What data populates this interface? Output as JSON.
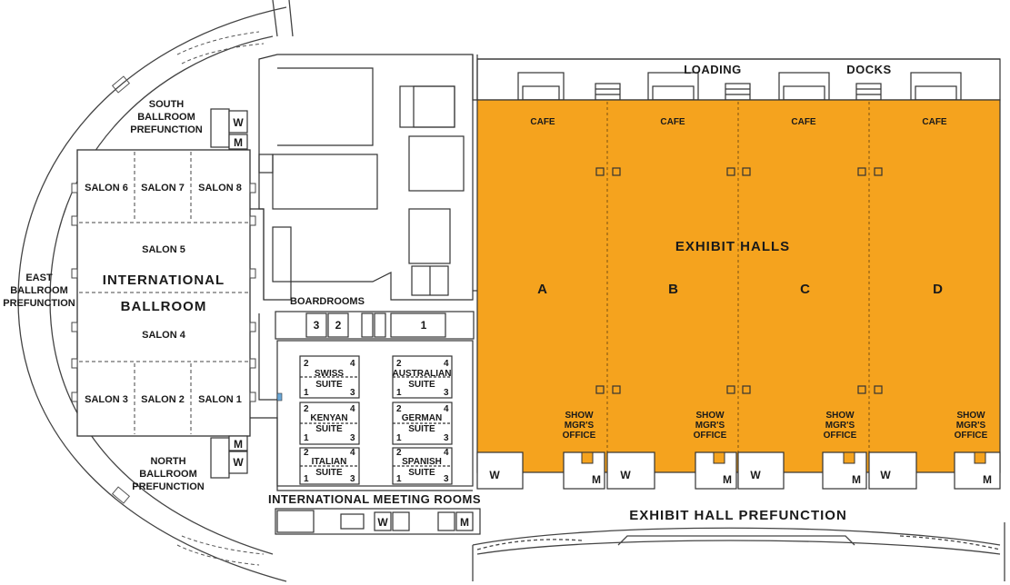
{
  "plan": {
    "exhibit_halls": {
      "title": "EXHIBIT HALLS",
      "color": "#F5A31E",
      "halls": [
        "A",
        "B",
        "C",
        "D"
      ],
      "cafe_label": "CAFE",
      "office_lines": [
        "SHOW",
        "MGR'S",
        "OFFICE"
      ]
    },
    "loading": "LOADING",
    "docks": "DOCKS",
    "exhibit_prefunction": "EXHIBIT HALL PREFUNCTION",
    "ballroom": {
      "name_line1": "INTERNATIONAL",
      "name_line2": "BALLROOM",
      "salons": {
        "s1": "SALON 1",
        "s2": "SALON 2",
        "s3": "SALON 3",
        "s4": "SALON 4",
        "s5": "SALON 5",
        "s6": "SALON 6",
        "s7": "SALON 7",
        "s8": "SALON 8"
      }
    },
    "south_prefunction": [
      "SOUTH",
      "BALLROOM",
      "PREFUNCTION"
    ],
    "north_prefunction": [
      "NORTH",
      "BALLROOM",
      "PREFUNCTION"
    ],
    "east_prefunction": [
      "EAST",
      "BALLROOM",
      "PREFUNCTION"
    ],
    "boardrooms": {
      "title": "BOARDROOMS",
      "rooms": [
        "3",
        "2",
        "1"
      ]
    },
    "meeting_rooms_title": "INTERNATIONAL MEETING ROOMS",
    "suites": {
      "swiss": [
        "SWISS",
        "SUITE"
      ],
      "australian": [
        "AUSTRALIAN",
        "SUITE"
      ],
      "kenyan": [
        "KENYAN",
        "SUITE"
      ],
      "german": [
        "GERMAN",
        "SUITE"
      ],
      "italian": [
        "ITALIAN",
        "SUITE"
      ],
      "spanish": [
        "SPANISH",
        "SUITE"
      ],
      "corner_numbers": [
        "1",
        "2",
        "3",
        "4"
      ]
    },
    "restroom": {
      "women": "W",
      "men": "M"
    }
  }
}
